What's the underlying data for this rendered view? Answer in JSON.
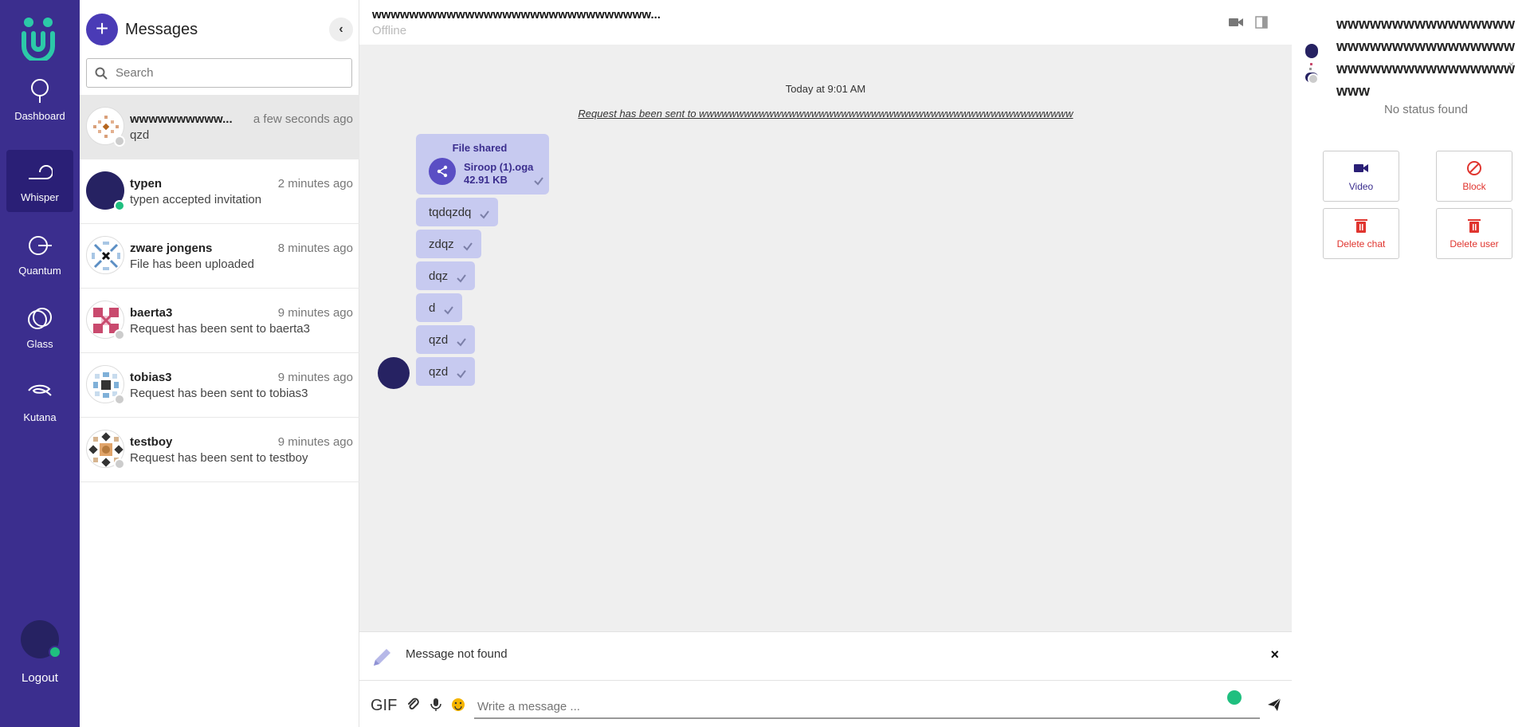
{
  "nav": {
    "items": [
      {
        "label": "Dashboard",
        "icon": "dashboard-icon"
      },
      {
        "label": "Whisper",
        "icon": "whisper-icon",
        "active": true
      },
      {
        "label": "Quantum",
        "icon": "quantum-icon"
      },
      {
        "label": "Glass",
        "icon": "glass-icon"
      },
      {
        "label": "Kutana",
        "icon": "kutana-icon"
      }
    ],
    "logout": "Logout"
  },
  "messages": {
    "title": "Messages",
    "collapse_glyph": "‹",
    "search_placeholder": "Search",
    "conversations": [
      {
        "name": "wwwwwwwwww...",
        "time": "a few seconds ago",
        "preview": "qzd",
        "status": "offline",
        "selected": true
      },
      {
        "name": "typen",
        "time": "2 minutes ago",
        "preview": "typen accepted invitation",
        "status": "online"
      },
      {
        "name": "zware jongens",
        "time": "8 minutes ago",
        "preview": "File has been uploaded",
        "status": "none"
      },
      {
        "name": "baerta3",
        "time": "9 minutes ago",
        "preview": "Request has been sent to baerta3",
        "status": "offline"
      },
      {
        "name": "tobias3",
        "time": "9 minutes ago",
        "preview": "Request has been sent to tobias3",
        "status": "offline"
      },
      {
        "name": "testboy",
        "time": "9 minutes ago",
        "preview": "Request has been sent to testboy",
        "status": "offline"
      }
    ]
  },
  "chat": {
    "name": "wwwwwwwwwwwwwwwwwwwwwwwwwwwwww...",
    "status": "Offline",
    "date_separator": "Today at 9:01 AM",
    "system_message": "Request has been sent to wwwwwwwwwwwwwwwwwwwwwwwwwwwwwwwwwwwwwwwwwwwwwwwwww",
    "file": {
      "title": "File shared",
      "name": "Siroop (1).oga",
      "size": "42.91 KB"
    },
    "messages": [
      "tqdqzdq",
      "zdqz",
      "dqz",
      "d",
      "qzd",
      "qzd"
    ],
    "reply_text": "Message not found",
    "reply_close": "×",
    "gif_label": "GIF",
    "input_placeholder": "Write a message ..."
  },
  "profile": {
    "name": "wwwwwwwwwwwwwwwwwwwwwwwwwwwwwwwwwwwwwwwwwwwwwwwwwww",
    "close": "×",
    "status": "No status found",
    "actions": [
      {
        "label": "Video",
        "icon": "video-icon"
      },
      {
        "label": "Block",
        "icon": "block-icon"
      },
      {
        "label": "Delete chat",
        "icon": "trash-icon"
      },
      {
        "label": "Delete user",
        "icon": "trash-icon"
      }
    ]
  },
  "colors": {
    "nav_bg": "#3b2e8e",
    "accent": "#4a3bb6",
    "bubble": "#c7caf0",
    "online": "#1fbf7f",
    "danger": "#e0352f"
  }
}
